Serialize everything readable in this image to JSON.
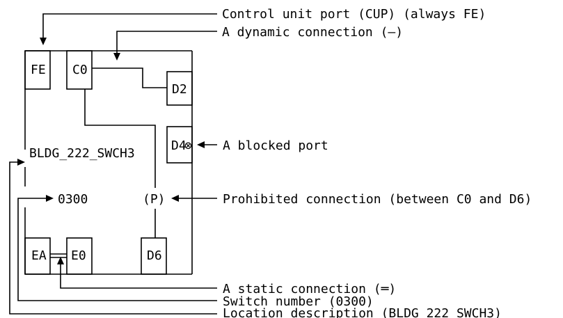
{
  "callouts": {
    "cup": "Control unit port (CUP) (always FE)",
    "dynamic": "A dynamic connection (—)",
    "blocked": "A blocked port",
    "prohibited": "Prohibited connection (between C0 and D6)",
    "static": "A static connection (═)",
    "switch_number": "Switch number (0300)",
    "location": "Location description (BLDG 222 SWCH3)"
  },
  "switch": {
    "location_label": "BLDG_222_SWCH3",
    "number_label": "0300",
    "prohibited_marker": "(P)",
    "blocked_symbol": "⊗"
  },
  "ports": {
    "fe": "FE",
    "c0": "C0",
    "d2": "D2",
    "d4": "D4",
    "ea": "EA",
    "e0": "E0",
    "d6": "D6"
  }
}
